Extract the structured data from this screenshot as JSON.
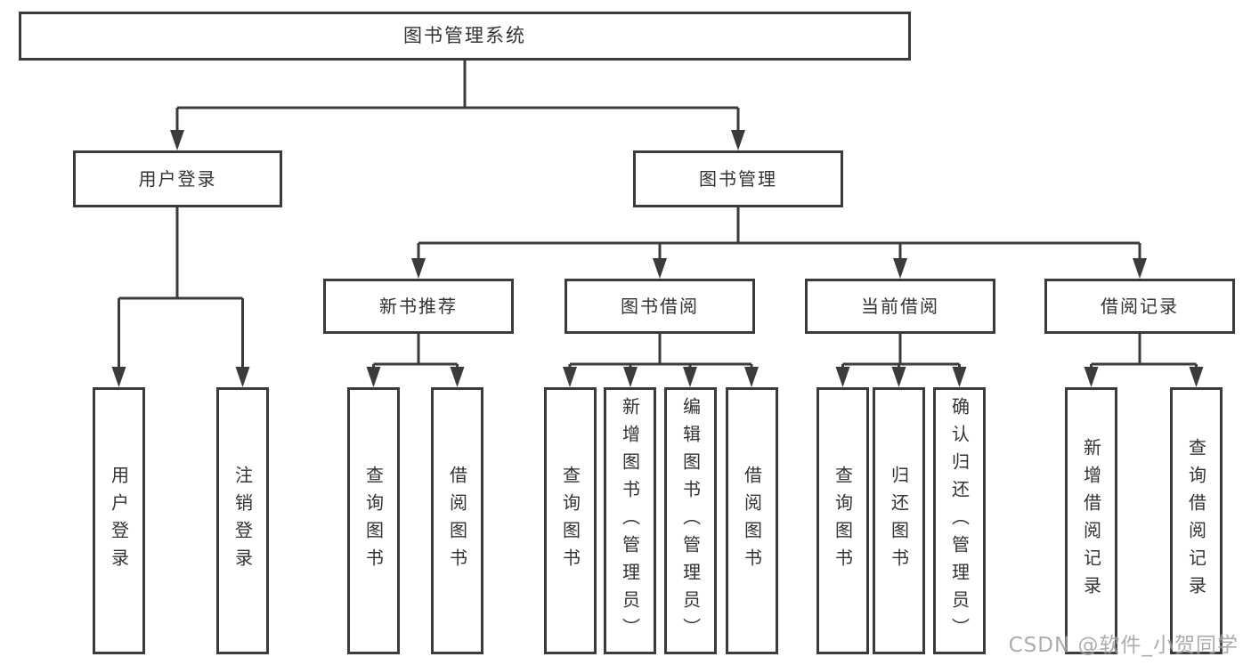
{
  "diagram": {
    "title": "图书管理系统",
    "nodes": [
      {
        "id": "root",
        "label": "图书管理系统"
      },
      {
        "id": "user-login",
        "label": "用户登录"
      },
      {
        "id": "book-management",
        "label": "图书管理"
      },
      {
        "id": "new-book-recommend",
        "label": "新书推荐"
      },
      {
        "id": "book-borrow",
        "label": "图书借阅"
      },
      {
        "id": "current-borrow",
        "label": "当前借阅"
      },
      {
        "id": "borrow-records",
        "label": "借阅记录"
      },
      {
        "id": "leaf-user-login",
        "label": "用户登录"
      },
      {
        "id": "leaf-logout",
        "label": "注销登录"
      },
      {
        "id": "leaf-query-book-1",
        "label": "查询图书"
      },
      {
        "id": "leaf-borrow-book-1",
        "label": "借阅图书"
      },
      {
        "id": "leaf-query-book-2",
        "label": "查询图书"
      },
      {
        "id": "leaf-add-book-admin",
        "label": "新增图书（管理员）"
      },
      {
        "id": "leaf-edit-book-admin",
        "label": "编辑图书（管理员）"
      },
      {
        "id": "leaf-borrow-book-2",
        "label": "借阅图书"
      },
      {
        "id": "leaf-query-book-3",
        "label": "查询图书"
      },
      {
        "id": "leaf-return-book",
        "label": "归还图书"
      },
      {
        "id": "leaf-confirm-return-admin",
        "label": "确认归还（管理员）"
      },
      {
        "id": "leaf-add-borrow-record",
        "label": "新增借阅记录"
      },
      {
        "id": "leaf-query-borrow-record",
        "label": "查询借阅记录"
      }
    ],
    "edges": [
      [
        "root",
        "user-login"
      ],
      [
        "root",
        "book-management"
      ],
      [
        "user-login",
        "leaf-user-login"
      ],
      [
        "user-login",
        "leaf-logout"
      ],
      [
        "book-management",
        "new-book-recommend"
      ],
      [
        "book-management",
        "book-borrow"
      ],
      [
        "book-management",
        "current-borrow"
      ],
      [
        "book-management",
        "borrow-records"
      ],
      [
        "new-book-recommend",
        "leaf-query-book-1"
      ],
      [
        "new-book-recommend",
        "leaf-borrow-book-1"
      ],
      [
        "book-borrow",
        "leaf-query-book-2"
      ],
      [
        "book-borrow",
        "leaf-add-book-admin"
      ],
      [
        "book-borrow",
        "leaf-edit-book-admin"
      ],
      [
        "book-borrow",
        "leaf-borrow-book-2"
      ],
      [
        "current-borrow",
        "leaf-query-book-3"
      ],
      [
        "current-borrow",
        "leaf-return-book"
      ],
      [
        "current-borrow",
        "leaf-confirm-return-admin"
      ],
      [
        "borrow-records",
        "leaf-add-borrow-record"
      ],
      [
        "borrow-records",
        "leaf-query-borrow-record"
      ]
    ]
  },
  "watermark": {
    "text": "CSDN @软件_小贺同学"
  },
  "colors": {
    "line": "#3b3b3b",
    "text": "#333333",
    "watermark": "#9e9e9e",
    "background": "#ffffff"
  }
}
